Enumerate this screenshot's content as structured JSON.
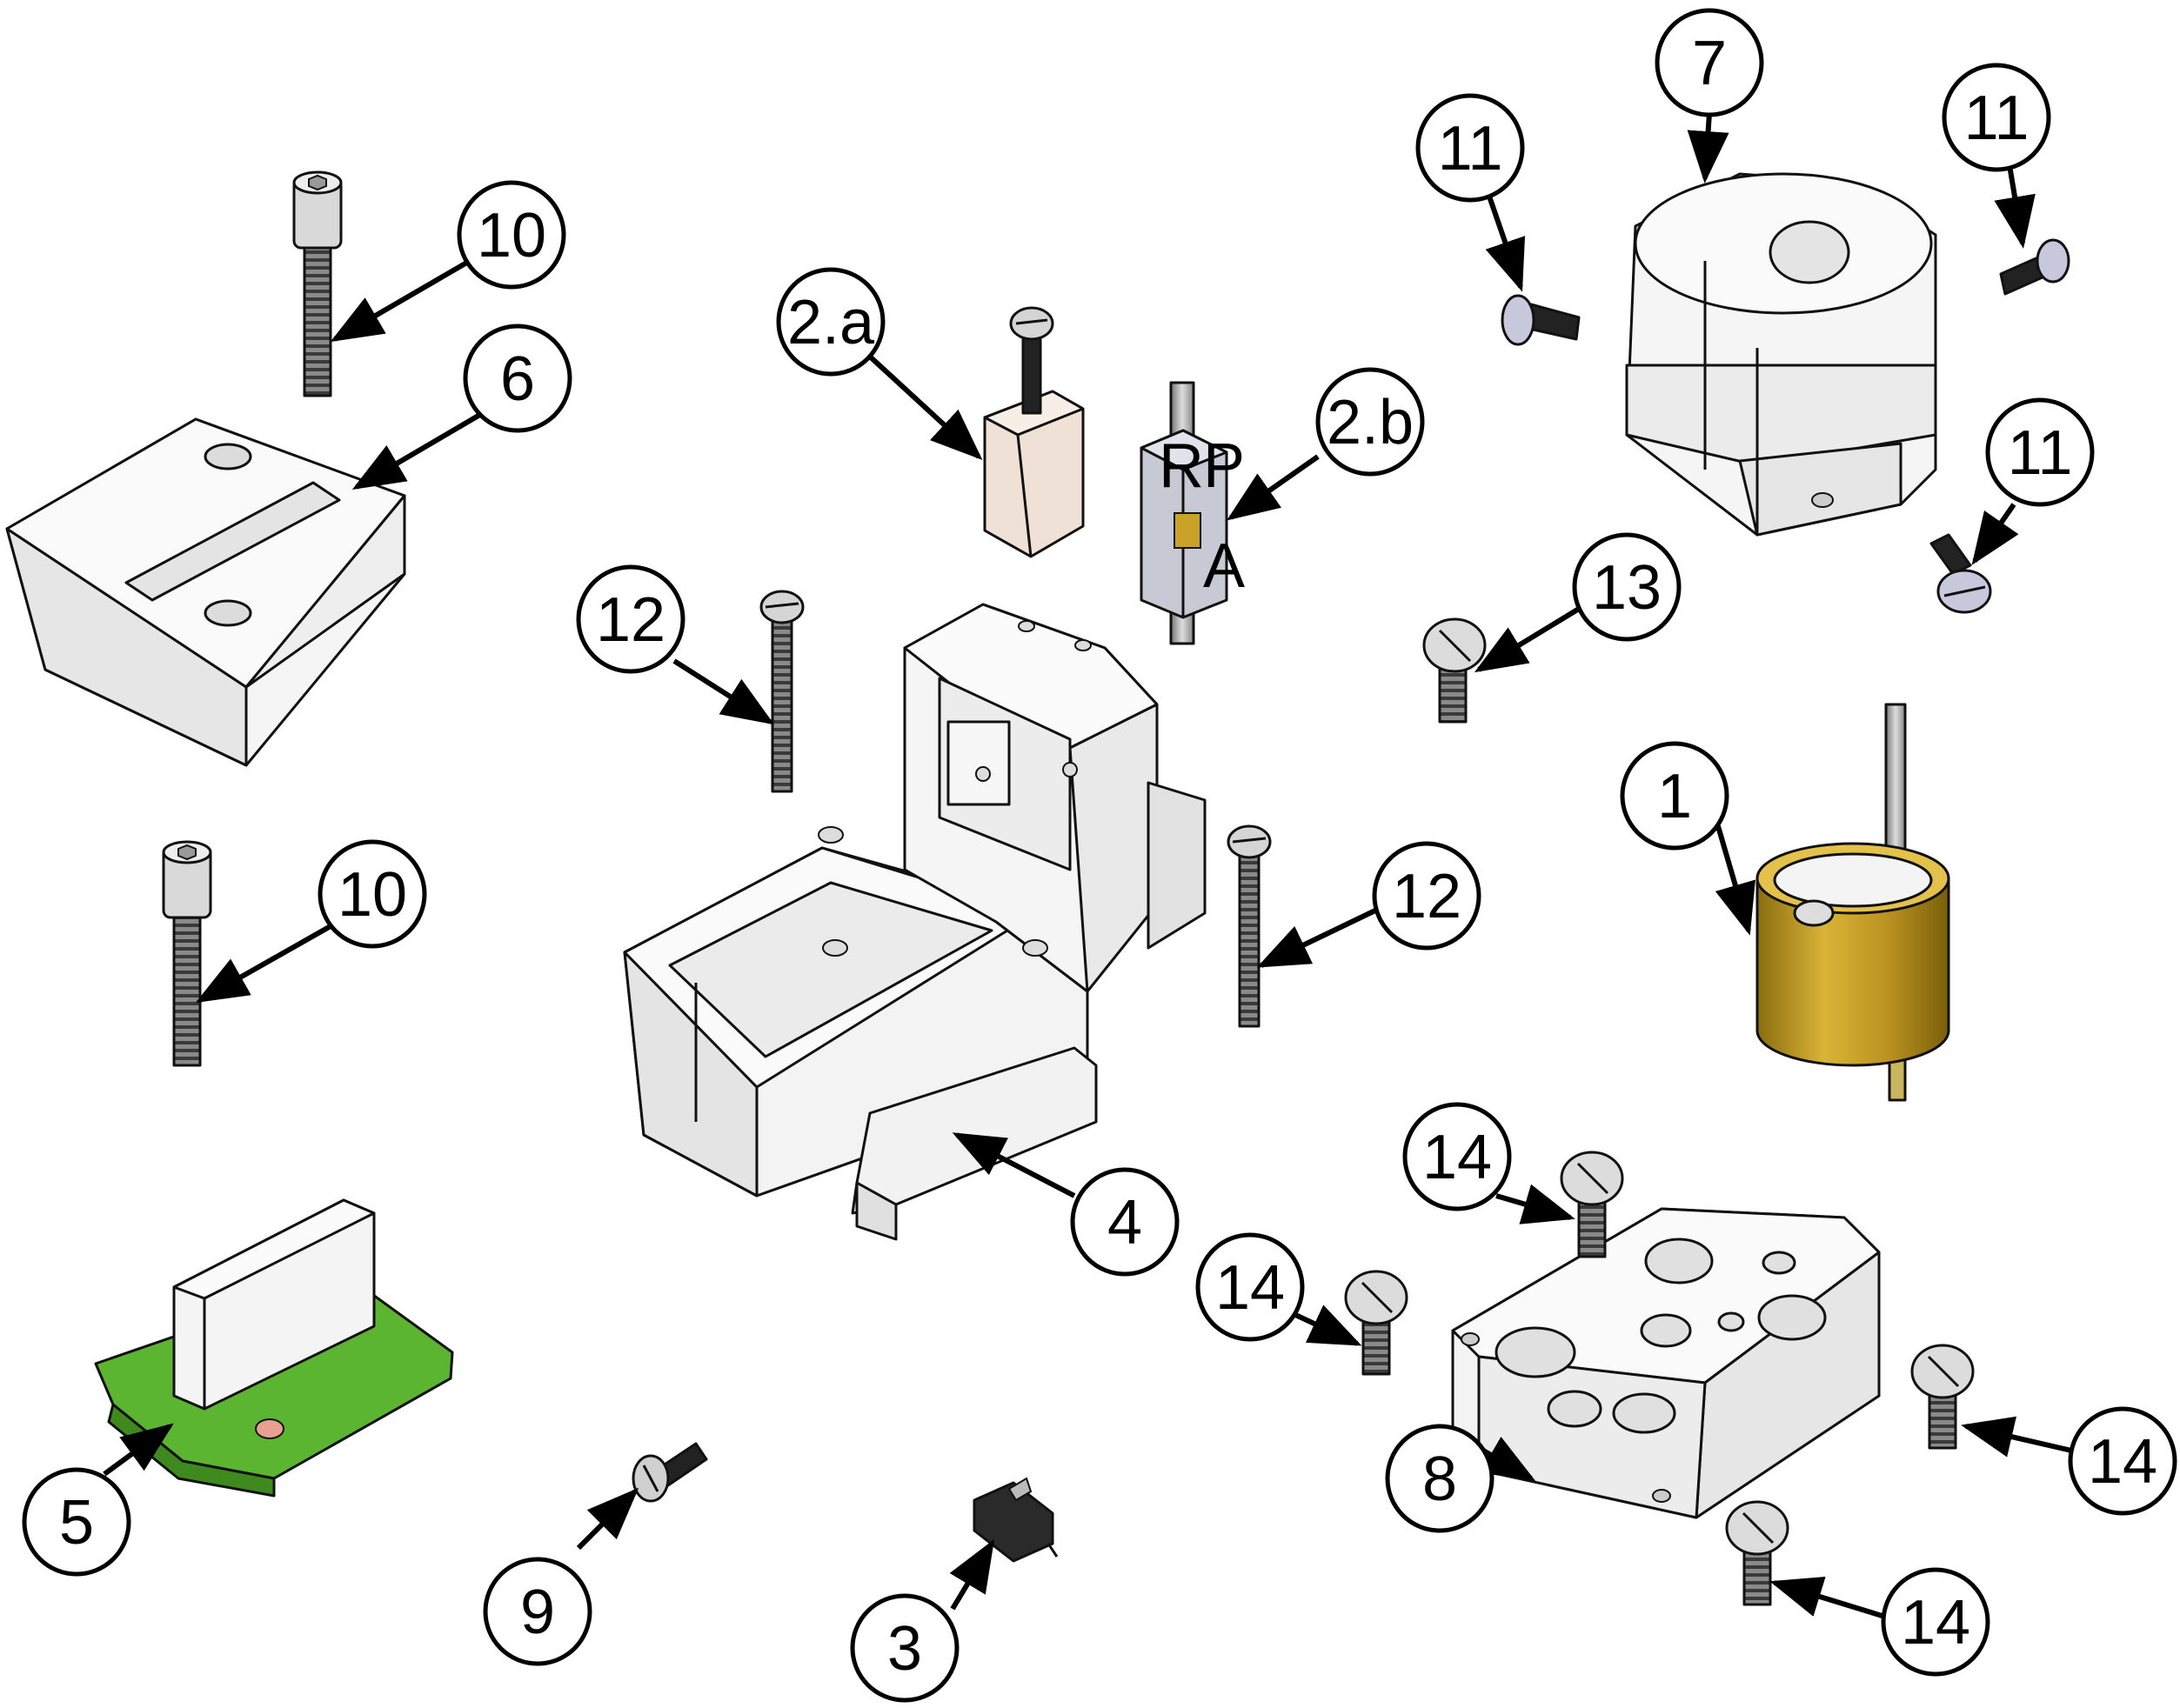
{
  "callouts": [
    {
      "id": "c1",
      "label": "1"
    },
    {
      "id": "c2a",
      "label": "2.a"
    },
    {
      "id": "c2b",
      "label": "2.b"
    },
    {
      "id": "c3",
      "label": "3"
    },
    {
      "id": "c4",
      "label": "4"
    },
    {
      "id": "c5",
      "label": "5"
    },
    {
      "id": "c6",
      "label": "6"
    },
    {
      "id": "c7",
      "label": "7"
    },
    {
      "id": "c8",
      "label": "8"
    },
    {
      "id": "c9",
      "label": "9"
    },
    {
      "id": "c10a",
      "label": "10"
    },
    {
      "id": "c10b",
      "label": "10"
    },
    {
      "id": "c11a",
      "label": "11"
    },
    {
      "id": "c11b",
      "label": "11"
    },
    {
      "id": "c11c",
      "label": "11"
    },
    {
      "id": "c12a",
      "label": "12"
    },
    {
      "id": "c12b",
      "label": "12"
    },
    {
      "id": "c13",
      "label": "13"
    },
    {
      "id": "c14a",
      "label": "14"
    },
    {
      "id": "c14b",
      "label": "14"
    },
    {
      "id": "c14c",
      "label": "14"
    },
    {
      "id": "c14d",
      "label": "14"
    }
  ],
  "part_marks": [
    "R",
    "P",
    "A"
  ],
  "colors": {
    "housing": "#f2f2f2",
    "housing_shade": "#d9d9d9",
    "pcb": "#5cb531",
    "coil": "#c9a227",
    "block": "#efe1d6",
    "screw": "#cfcfcf"
  }
}
